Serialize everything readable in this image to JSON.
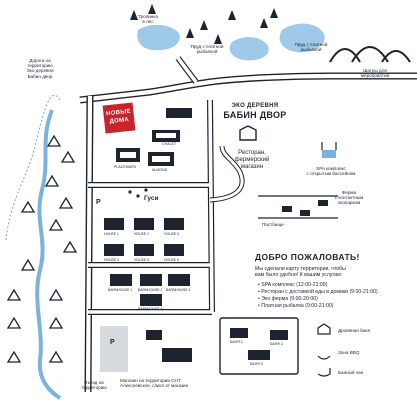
{
  "map": {
    "lake_labels": {
      "forest_path": "Тропинка\nв лес",
      "pier_left": "Пруд с платной\nрыбалкой",
      "pier_right": "Пруд с платной\nрыбалкой",
      "tents": "Шатры для\nмероприятий"
    },
    "road_label": "Дорога на\nтерриторию\nЭко деревни\nБабин двор",
    "badge": "НОВЫЕ\nДОМА",
    "eco_title_small": "ЭКО ДЕРЕВНЯ",
    "eco_title_big": "БАБИН ДВОР",
    "restaurant": "Ресторан,\nфермерский\nмагазин",
    "spa": "SPA комплекс\nс открытым бассейном",
    "farm": "Ферма\nс контактным\nзоопарком",
    "pasture": "Пастбище",
    "geese": "Гуси",
    "parking": "P",
    "exit": "Въезд на\nтерриторию",
    "shop": "Магазин на территории СНТ\nАлексеевское, с/мол от магазин",
    "welcome_title": "ДОБРО ПОЖАЛОВАТЬ!",
    "welcome_text": "Мы сделали карту территории, чтобы\nвам было удобно! К вашим услугам:",
    "services": [
      "SPA комплекс (12:00-21:00)",
      "Ресторан с доставкой еды в домики (9:00-21:00)",
      "Эко ферма (9:00-20:00)",
      "Платная рыбалка (9:00-21:00)"
    ],
    "legend": [
      {
        "label": "Дровяная баня"
      },
      {
        "label": "Зона BBQ"
      },
      {
        "label": "Банный чан"
      }
    ],
    "house_labels": [
      "PLACEMARK",
      "CHALET",
      "ALMOND",
      "HOUSE 1",
      "HOUSE 2",
      "HOUSE 3",
      "HOUSE 4",
      "HOUSE 5",
      "HOUSE 6",
      "BARNHOUSE 1",
      "BARNHOUSE 2",
      "BARNHOUSE 3",
      "BARNHOUSE 4",
      "БАНЯ 1",
      "БАНЯ 2",
      "БАНЯ 3"
    ],
    "colors": {
      "ink": "#1d2430",
      "river": "#7ab3dc",
      "accent": "#c8242c",
      "lake": "#9ec9e8"
    }
  }
}
